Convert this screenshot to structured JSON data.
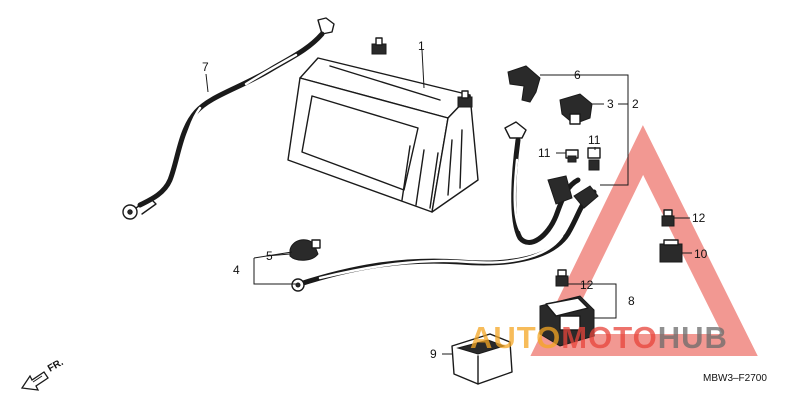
{
  "callouts": {
    "c1": "1",
    "c2": "2",
    "c3": "3",
    "c4": "4",
    "c5": "5",
    "c6": "6",
    "c7": "7",
    "c8": "8",
    "c9": "9",
    "c10": "10",
    "c11a": "11",
    "c11b": "11",
    "c12a": "12",
    "c12b": "12"
  },
  "drawing_code": "MBW3–F2700",
  "direction_label": "FR.",
  "watermark": {
    "part1": "AUTO",
    "part2": "MOTO",
    "part3": "HUB",
    "color_orange": "#f5a623",
    "color_red": "#e8443a",
    "color_grey": "#6b6b6b"
  },
  "icons": [
    "front-direction-arrow-icon",
    "watermark-triangle-logo-icon"
  ]
}
